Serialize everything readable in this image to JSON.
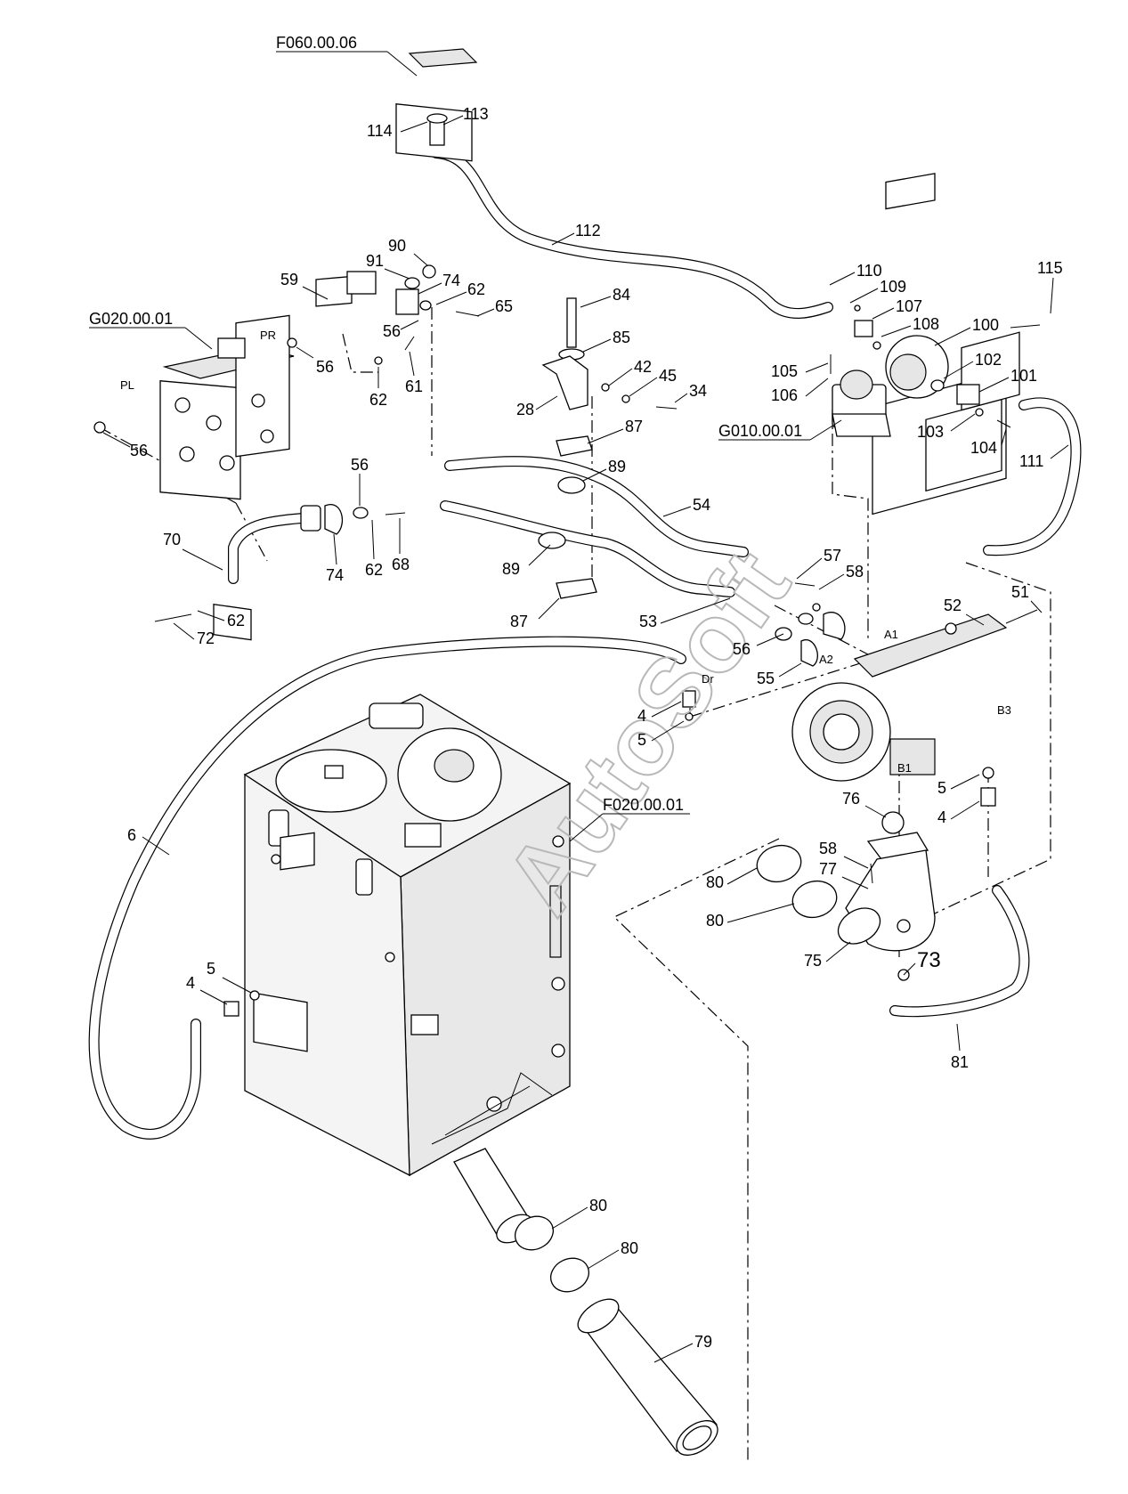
{
  "refs": {
    "f060": "F060.00.06",
    "g020": "G020.00.01",
    "g010": "G010.00.01",
    "f020": "F020.00.01"
  },
  "ports": {
    "pr": "PR",
    "pl": "PL",
    "a1": "A1",
    "a2": "A2",
    "b1": "B1",
    "b3": "B3",
    "dr": "Dr"
  },
  "watermark": "AutoSoft",
  "parts": {
    "p114": "114",
    "p113": "113",
    "p112": "112",
    "p90": "90",
    "p91": "91",
    "p59": "59",
    "p74a": "74",
    "p62a": "62",
    "p65": "65",
    "p56a": "56",
    "p56b": "56",
    "p62b": "62",
    "p61": "61",
    "p84": "84",
    "p85": "85",
    "p42": "42",
    "p45": "45",
    "p34": "34",
    "p28": "28",
    "p87a": "87",
    "p89a": "89",
    "p54": "54",
    "p110": "110",
    "p109": "109",
    "p107": "107",
    "p108": "108",
    "p100": "100",
    "p115": "115",
    "p105": "105",
    "p106": "106",
    "p102": "102",
    "p101": "101",
    "p103": "103",
    "p104": "104",
    "p111": "111",
    "p56c": "56",
    "p56d": "56",
    "p70": "70",
    "p74b": "74",
    "p62c": "62",
    "p68": "68",
    "p89b": "89",
    "p87b": "87",
    "p62d": "62",
    "p72": "72",
    "p57": "57",
    "p58a": "58",
    "p51": "51",
    "p52": "52",
    "p53": "53",
    "p56e": "56",
    "p55": "55",
    "p4a": "4",
    "p5a": "5",
    "p6": "6",
    "p5b": "5",
    "p4b": "4",
    "p76": "76",
    "p58b": "58",
    "p77": "77",
    "p80a": "80",
    "p80b": "80",
    "p75": "75",
    "p73": "73",
    "p81": "81",
    "p5c": "5",
    "p4c": "4",
    "p80c": "80",
    "p80d": "80",
    "p79": "79"
  }
}
